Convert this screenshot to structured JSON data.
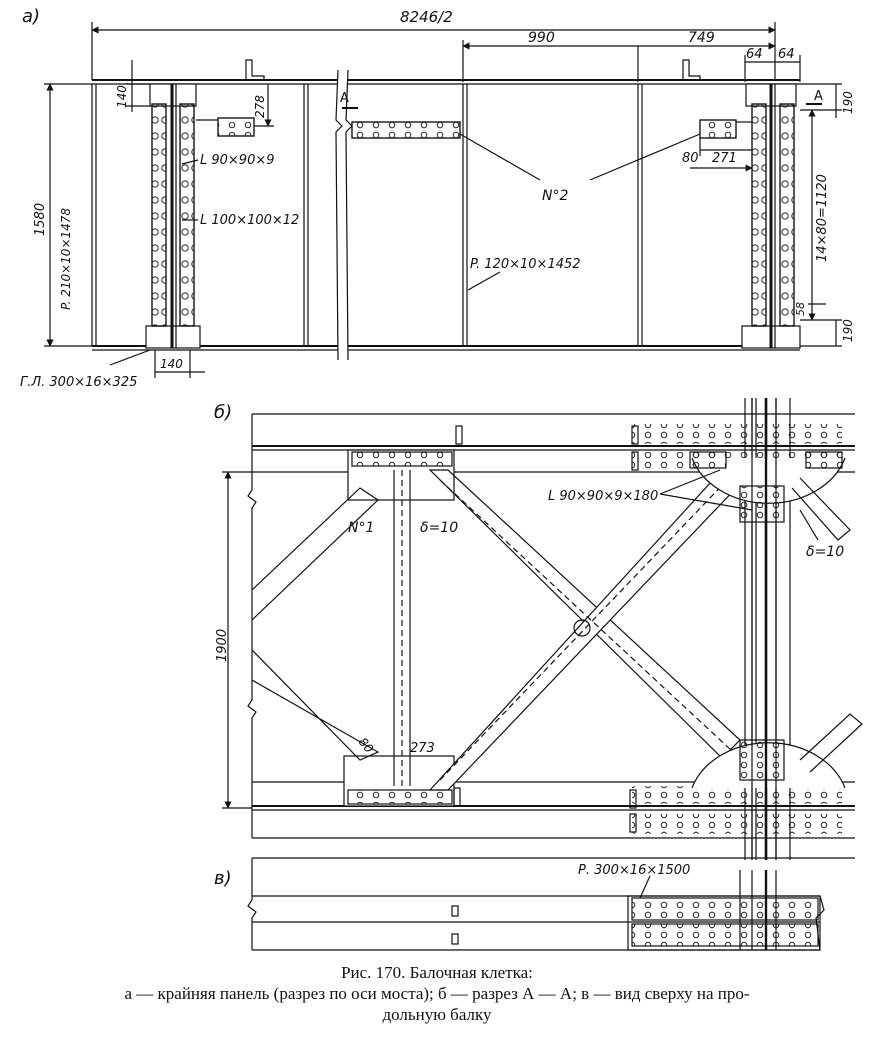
{
  "panels": {
    "a": "а)",
    "b": "б)",
    "c": "в)"
  },
  "panel_a": {
    "dim_top": "8246/2",
    "dim_990": "990",
    "dim_749": "749",
    "dim_64a": "64",
    "dim_64b": "64",
    "dim_140_top": "140",
    "dim_278": "278",
    "dim_1580": "1580",
    "plate_210": "P. 210×10×1478",
    "angle_90": "L 90×90×9",
    "angle_100": "L 100×100×12",
    "plate_120": "P. 120×10×1452",
    "label_n2": "N°2",
    "dim_80": "80",
    "dim_271": "271",
    "dim_14x80": "14×80=1120",
    "dim_190_top": "190",
    "dim_190_bot": "190",
    "dim_58": "58",
    "section_a_left": "A",
    "section_a_right": "A",
    "plate_300": "Г.Л. 300×16×325",
    "dim_140_bot": "140"
  },
  "panel_b": {
    "label_n1": "N°1",
    "delta_left": "δ=10",
    "delta_right": "δ=10",
    "angle_180": "L 90×90×9×180",
    "dim_1900": "1900",
    "dim_80": "80",
    "dim_273": "273"
  },
  "panel_c": {
    "plate_1500": "Р. 300×16×1500"
  },
  "caption": {
    "title": "Рис. 170. Балочная клетка:",
    "line2": "а — крайняя панель (разрез по оси моста); б — разрез А — А; в — вид сверху на про-",
    "line3": "дольную балку"
  }
}
